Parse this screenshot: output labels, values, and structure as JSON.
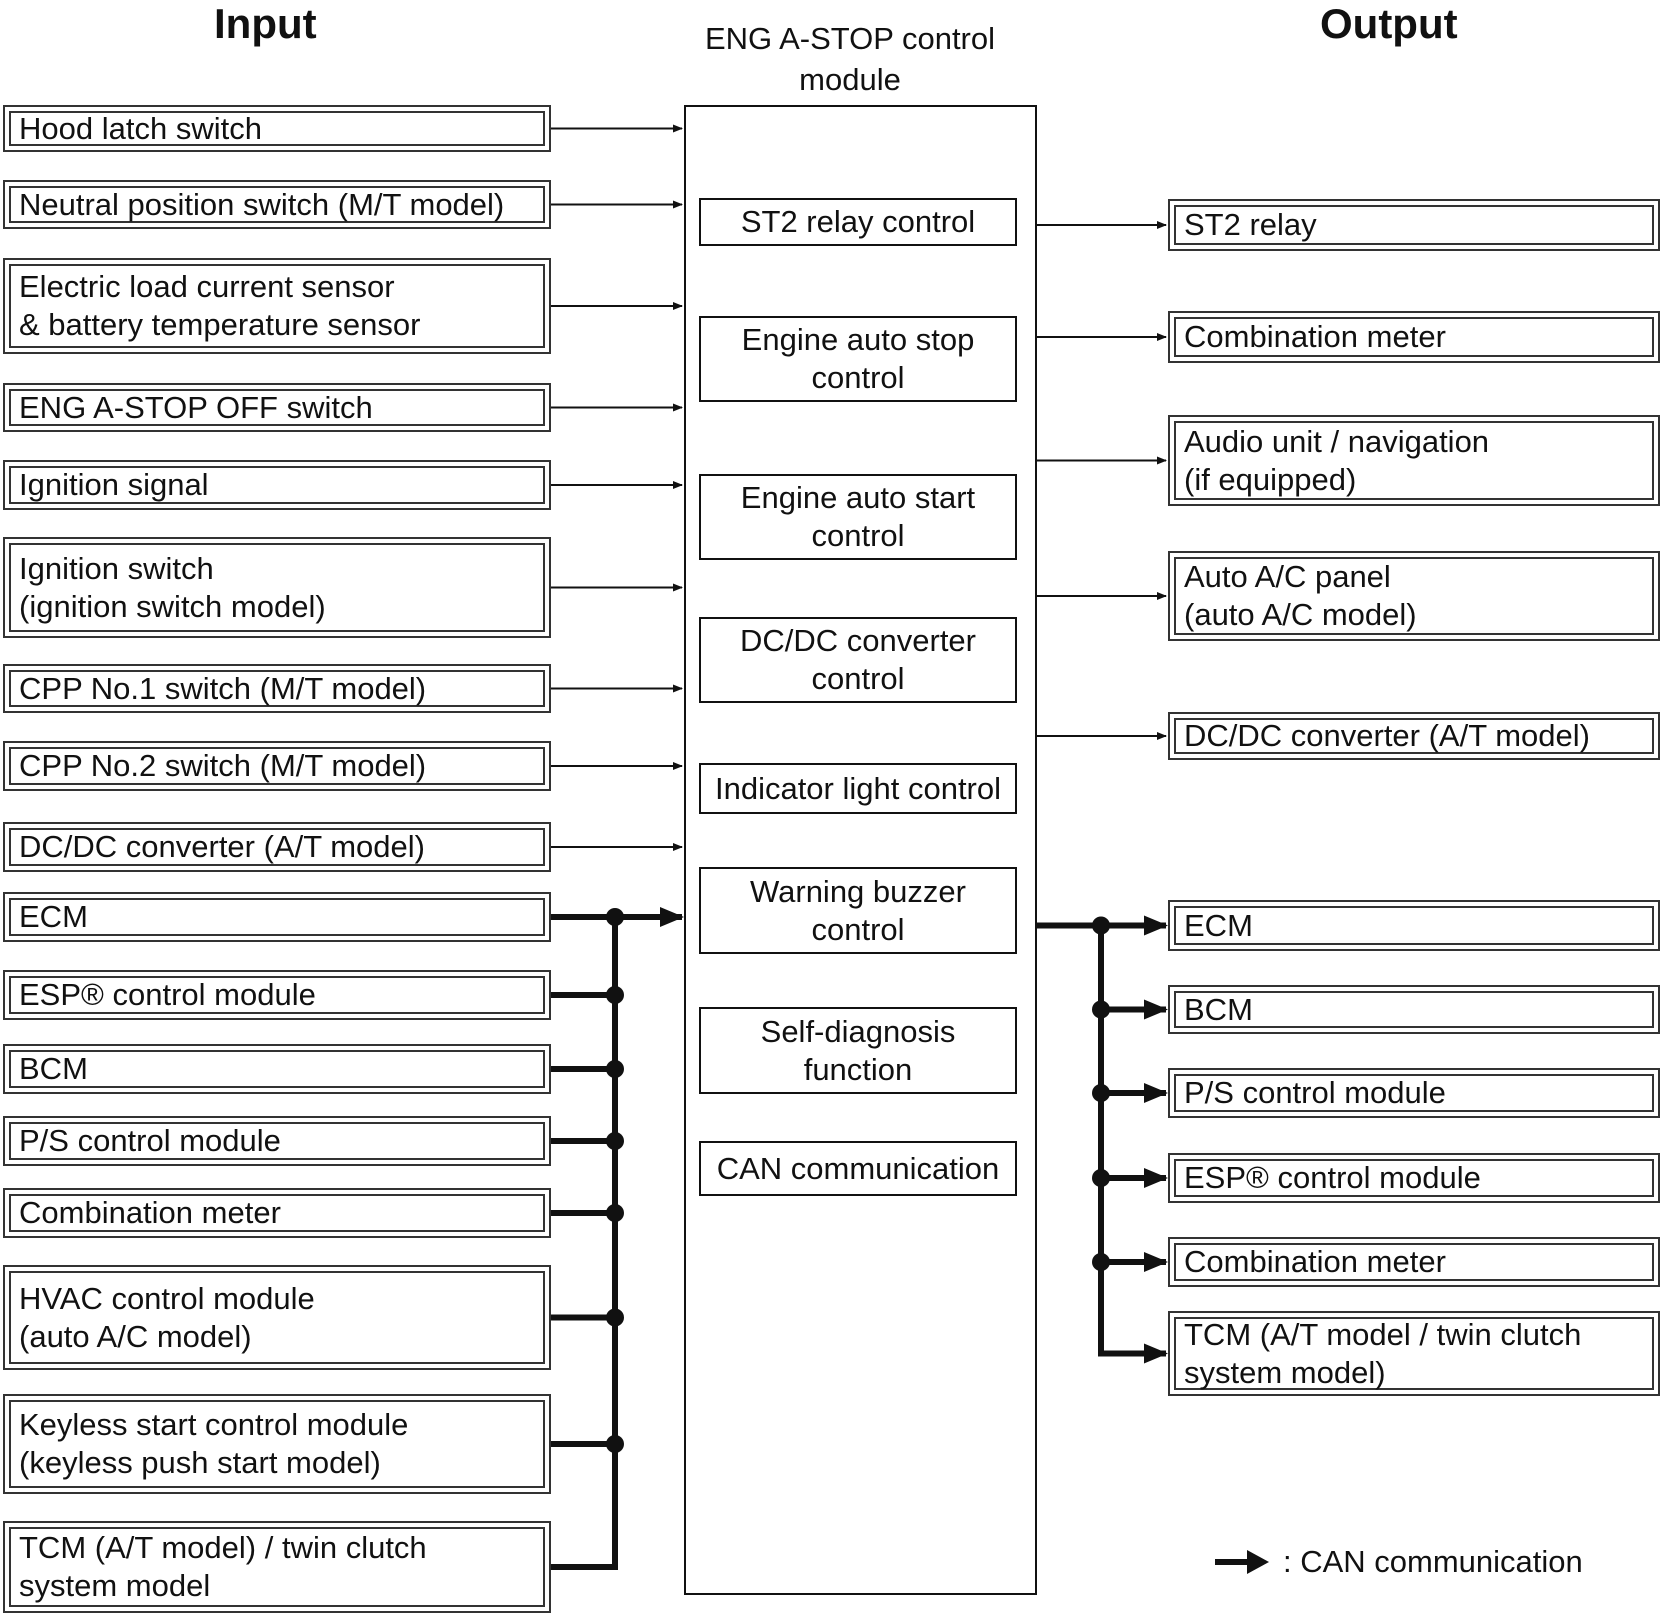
{
  "headers": {
    "input": "Input",
    "output": "Output"
  },
  "module": {
    "title": "ENG A-STOP control\nmodule",
    "functions": [
      "ST2 relay control",
      "Engine auto stop\ncontrol",
      "Engine auto start\ncontrol",
      "DC/DC converter\ncontrol",
      "Indicator light control",
      "Warning buzzer\ncontrol",
      "Self-diagnosis\nfunction",
      "CAN communication"
    ]
  },
  "inputs": [
    "Hood latch switch",
    "Neutral position switch (M/T model)",
    "Electric load current sensor\n& battery temperature sensor",
    "ENG A-STOP OFF switch",
    "Ignition signal",
    "Ignition switch\n(ignition switch model)",
    "CPP No.1 switch (M/T model)",
    "CPP No.2 switch (M/T model)",
    "DC/DC converter (A/T model)",
    "ECM",
    "ESP® control module",
    "BCM",
    "P/S control module",
    "Combination meter",
    "HVAC control module\n(auto A/C model)",
    "Keyless start control module\n(keyless push start model)",
    "TCM (A/T model) / twin clutch\nsystem model"
  ],
  "outputs": [
    "ST2 relay",
    "Combination meter",
    "Audio unit / navigation\n(if equipped)",
    "Auto A/C panel\n(auto A/C model)",
    "DC/DC converter (A/T model)",
    "ECM",
    "BCM",
    "P/S control module",
    "ESP® control module",
    "Combination meter",
    "TCM (A/T model / twin clutch\nsystem model)"
  ],
  "legend": {
    "label": ": CAN communication"
  }
}
